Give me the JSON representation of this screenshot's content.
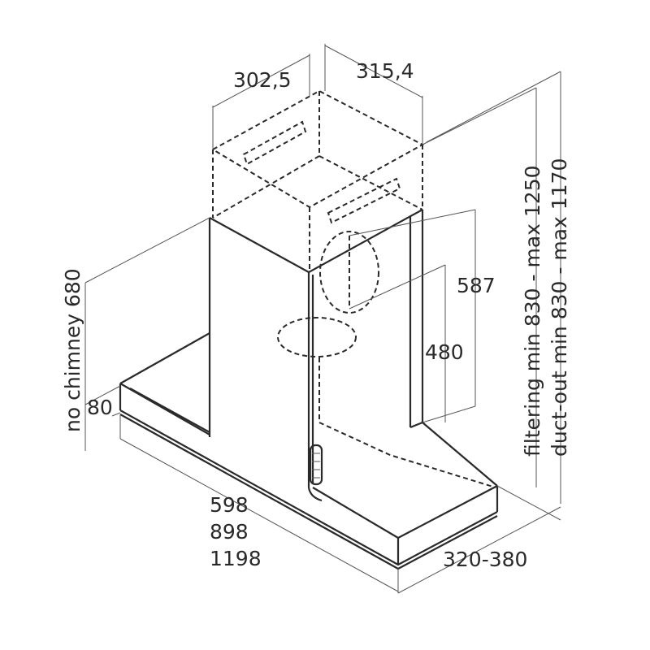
{
  "dimensions": {
    "chimney_depth": "302,5",
    "chimney_width": "315,4",
    "filtering_height": "filtering min 830 - max 1250",
    "ductout_height": "duct-out min 830 - max 1170",
    "no_chimney_height": "no chimney 680",
    "canopy_height": "80",
    "outlet_height_upper": "587",
    "outlet_height_lower": "480",
    "width_small": "598",
    "width_medium": "898",
    "width_large": "1198",
    "depth_range": "320-380"
  },
  "colors": {
    "line": "#2a2a2a",
    "dim_line": "#555555",
    "text": "#2a2a2a",
    "background": "#ffffff"
  }
}
